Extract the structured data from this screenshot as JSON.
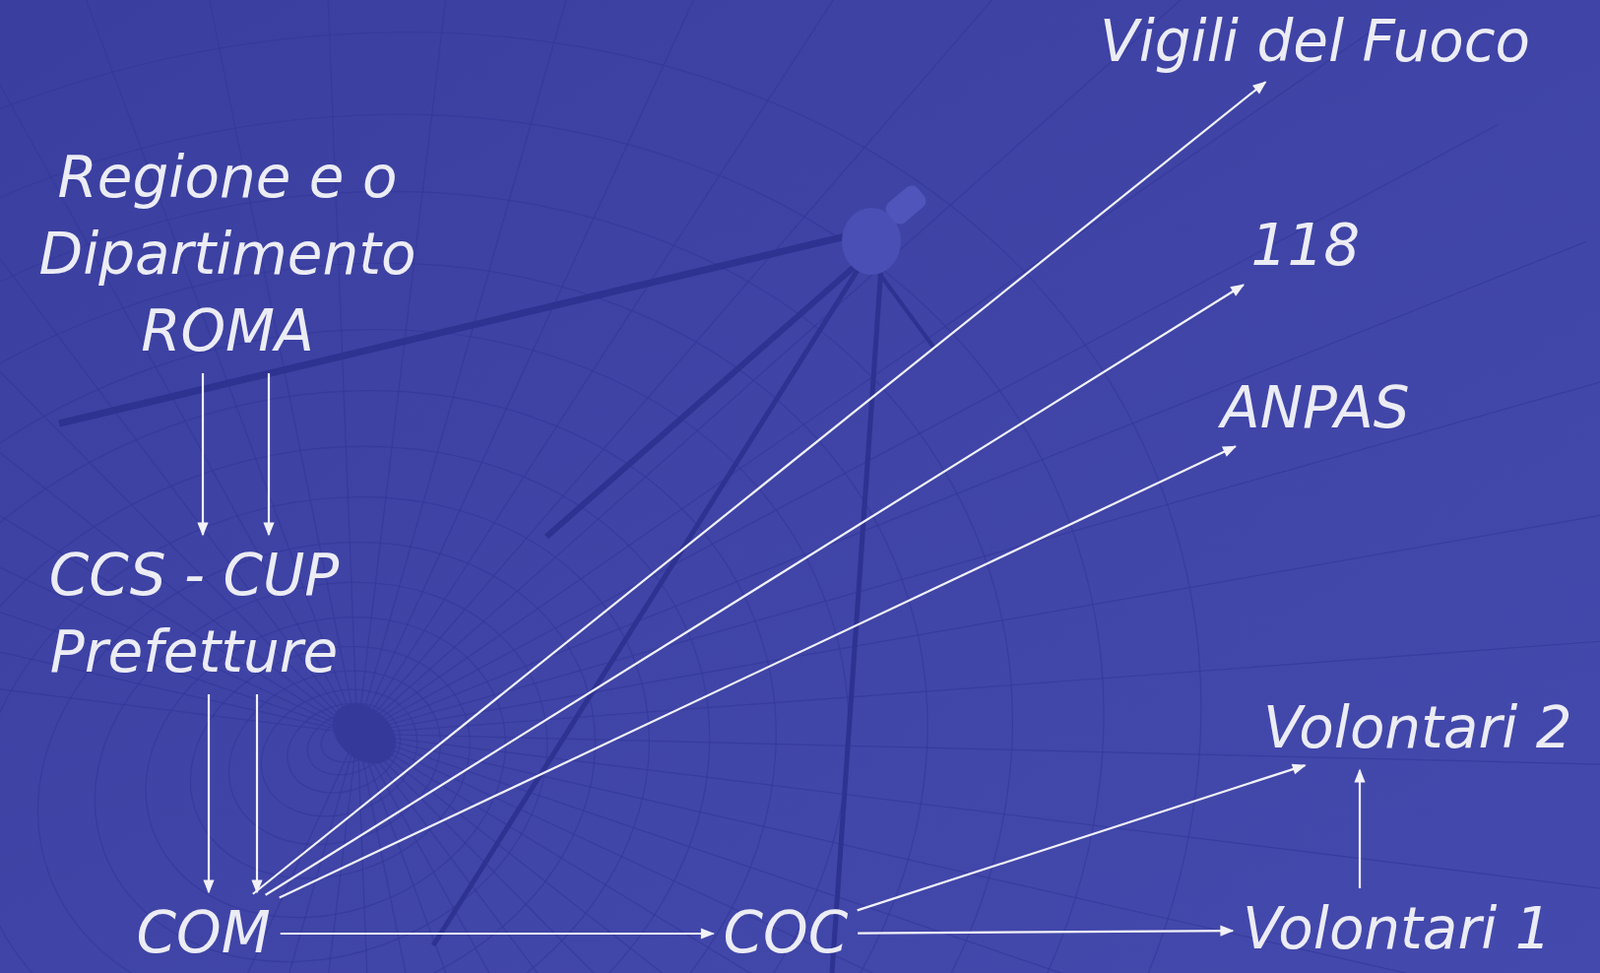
{
  "diagram": {
    "nodes": [
      {
        "text": [
          "Regione e o Dipartimento ROMA"
        ]
      },
      {
        "text": [
          "CCS - CUP Prefetture"
        ]
      },
      {
        "text": [
          "COM"
        ]
      },
      {
        "text": [
          "COC"
        ]
      },
      {
        "text": [
          "Vigili del Fuoco"
        ]
      },
      {
        "text": [
          "118"
        ]
      },
      {
        "text": [
          "ANPAS"
        ]
      },
      {
        "text": [
          "Volontari 2"
        ]
      },
      {
        "text": [
          "Volontari 1"
        ]
      }
    ],
    "edges": [
      {
        "from": 0,
        "to": 1,
        "arrow": "to"
      },
      {
        "from": 0,
        "to": 1,
        "arrow": "to"
      },
      {
        "from": 1,
        "to": 2,
        "arrow": "to"
      },
      {
        "from": 1,
        "to": 2,
        "arrow": "to"
      },
      {
        "from": 2,
        "to": 3,
        "arrow": "to"
      },
      {
        "from": 2,
        "to": 4,
        "arrow": "to"
      },
      {
        "from": 2,
        "to": 5,
        "arrow": "to"
      },
      {
        "from": 2,
        "to": 6,
        "arrow": "to"
      },
      {
        "from": 3,
        "to": 7,
        "arrow": "to"
      },
      {
        "from": 3,
        "to": 8,
        "arrow": "to"
      },
      {
        "from": 8,
        "to": 7,
        "arrow": "to"
      }
    ]
  }
}
